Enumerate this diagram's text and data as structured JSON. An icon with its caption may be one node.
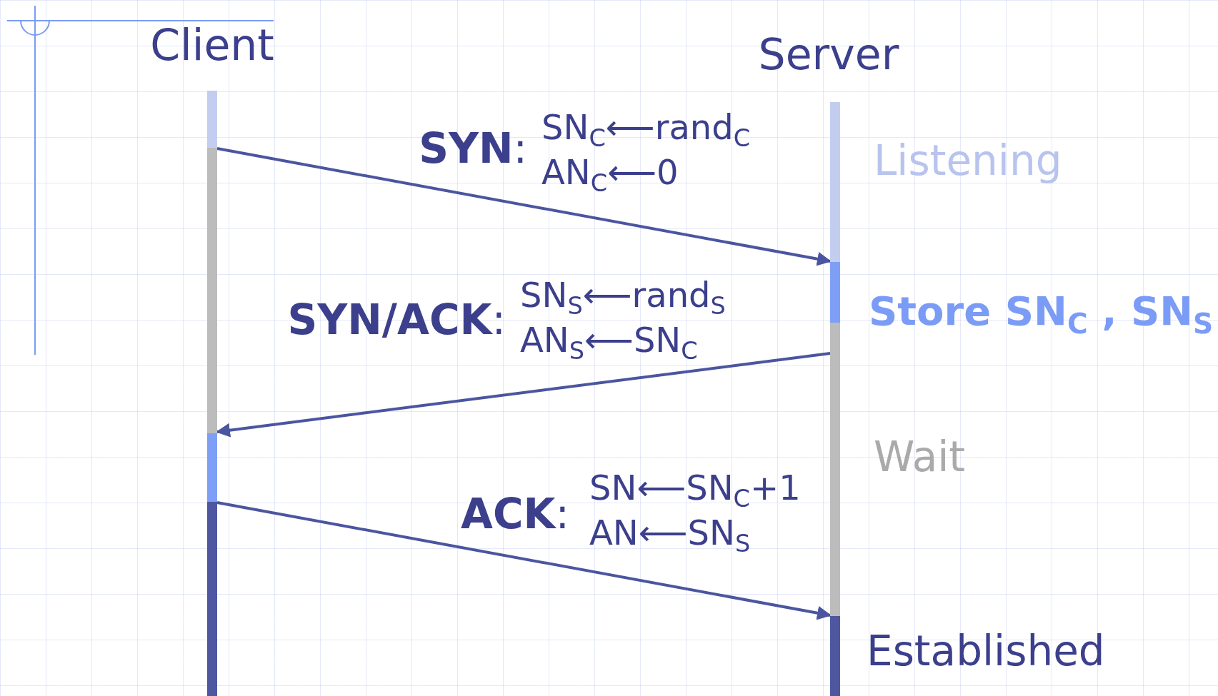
{
  "diagram": {
    "nodes": [
      {
        "text": [],
        "shape": "bar",
        "beside": [
          "Client"
        ]
      },
      {
        "text": [],
        "shape": "bar",
        "beside": [
          "Server",
          "Listening",
          "Store SN$_{C}$ , SN$_{S}$",
          "Wait",
          "Established"
        ]
      }
    ],
    "edges": [
      {
        "from": 0,
        "to": 1,
        "arrow": "to",
        "label": "**SYN**:"
      },
      {
        "from": 1,
        "to": 0,
        "arrow": "to",
        "label": "**SYN/ACK**:"
      },
      {
        "from": 0,
        "to": 1,
        "arrow": "to",
        "label": "**ACK**:"
      }
    ],
    "labels": [
      "SN$_{C}$⟵rand$_{C}$",
      "AN$_{C}$⟵0",
      "SN$_{S}$⟵rand$_{S}$",
      "AN$_{S}$⟵SN$_{C}$",
      "SN⟵SN$_{C}$+1",
      "AN⟵SN$_{S}$"
    ]
  }
}
